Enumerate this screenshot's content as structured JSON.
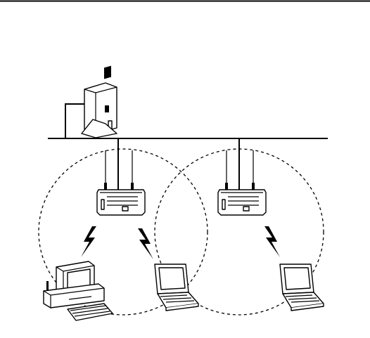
{
  "diagram": {
    "kind": "wireless-lan-topology",
    "nodes": [
      {
        "id": "server",
        "icon": "server-tower-icon"
      },
      {
        "id": "ap1",
        "icon": "access-point-icon"
      },
      {
        "id": "ap2",
        "icon": "access-point-icon"
      },
      {
        "id": "desktop",
        "icon": "desktop-computer-icon"
      },
      {
        "id": "laptop1",
        "icon": "laptop-icon"
      },
      {
        "id": "laptop2",
        "icon": "laptop-icon"
      }
    ],
    "edges": [
      {
        "from": "server",
        "to": "backbone",
        "type": "wired"
      },
      {
        "from": "ap1",
        "to": "backbone",
        "type": "wired"
      },
      {
        "from": "ap2",
        "to": "backbone",
        "type": "wired"
      },
      {
        "from": "ap1",
        "to": "desktop",
        "type": "wireless"
      },
      {
        "from": "ap1",
        "to": "laptop1",
        "type": "wireless"
      },
      {
        "from": "ap2",
        "to": "laptop2",
        "type": "wireless"
      }
    ],
    "coverage_cells": 2,
    "colors": {
      "ink": "#000000",
      "background": "#ffffff"
    }
  }
}
